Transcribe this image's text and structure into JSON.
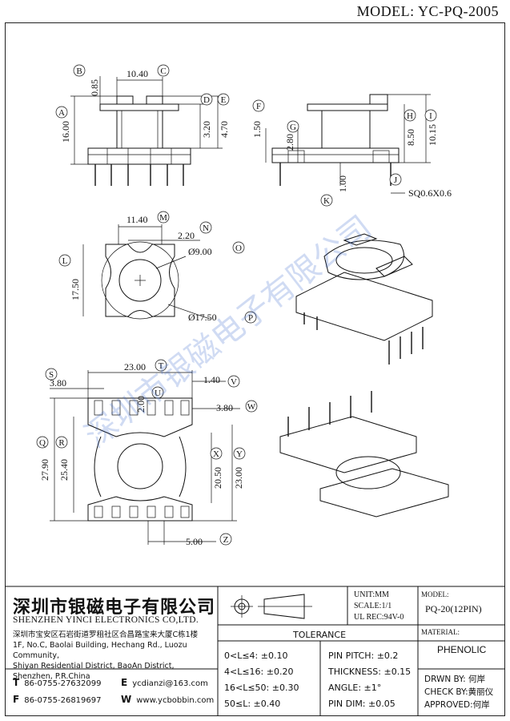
{
  "model_title": "MODEL: YC-PQ-2005",
  "watermark": "深圳市银磁电子有限公司",
  "dims": {
    "b": "0.85",
    "c": "10.40",
    "a": "16.00",
    "d": "3.20",
    "e": "4.70",
    "f": "1.50",
    "g": "2.80",
    "h": "8.50",
    "i": "10.15",
    "j_len": "1.00",
    "j_sq": "SQ0.6X0.6",
    "m": "11.40",
    "n": "2.20",
    "o": "Ø9.00",
    "l": "17.50",
    "p": "Ø17.50",
    "t": "23.00",
    "s": "3.80",
    "u": "2.00",
    "v": "1.40",
    "w": "3.80",
    "q": "27.90",
    "r": "25.40",
    "x": "20.50",
    "y": "23.00",
    "z": "5.00"
  },
  "labels": [
    "A",
    "B",
    "C",
    "D",
    "E",
    "F",
    "G",
    "H",
    "I",
    "J",
    "K",
    "L",
    "M",
    "N",
    "O",
    "P",
    "Q",
    "R",
    "S",
    "T",
    "U",
    "V",
    "W",
    "X",
    "Y",
    "Z"
  ],
  "title_block": {
    "company_cn": "深圳市银磁电子有限公司",
    "company_en": "SHENZHEN YINCI ELECTRONICS CO,LTD.",
    "address_cn": "深圳市宝安区石岩街道罗租社区合昌路宝来大厦C栋1楼",
    "address_en_1": "1F, No.C, Baolai Building, Hechang Rd., Luozu Community,",
    "address_en_2": "Shiyan Residential District, BaoAn District,",
    "address_en_3": "Shenzhen, P.R.China",
    "tel_label": "T",
    "tel": "86-0755-27632099",
    "fax_label": "F",
    "fax": "86-0755-26819697",
    "email_label": "E",
    "email": "ycdianzi@163.com",
    "web_label": "W",
    "web": "www.ycbobbin.com",
    "unit": "UNIT:MM",
    "scale": "SCALE:1/1",
    "ul_rec": "UL REC:94V-0",
    "model_label": "MODEL:",
    "model_value": "PQ-20(12PIN)",
    "material_label": "MATERIAL:",
    "material_value": "PHENOLIC",
    "tolerance_title": "TOLERANCE",
    "tol_1": "0<L≤4: ±0.10",
    "tol_2": "4<L≤16: ±0.20",
    "tol_3": "16<L≤50: ±0.30",
    "tol_4": "50≤L: ±0.40",
    "pin_pitch": "PIN PITCH: ±0.2",
    "thickness": "THICKNESS: ±0.15",
    "angle": "ANGLE: ±1°",
    "pin_dim": "PIN DIM: ±0.05",
    "drawn_by": "DRWN BY: 何岸",
    "check_by": "CHECK BY:黄丽仪",
    "approved": "APPROVED:何岸"
  }
}
